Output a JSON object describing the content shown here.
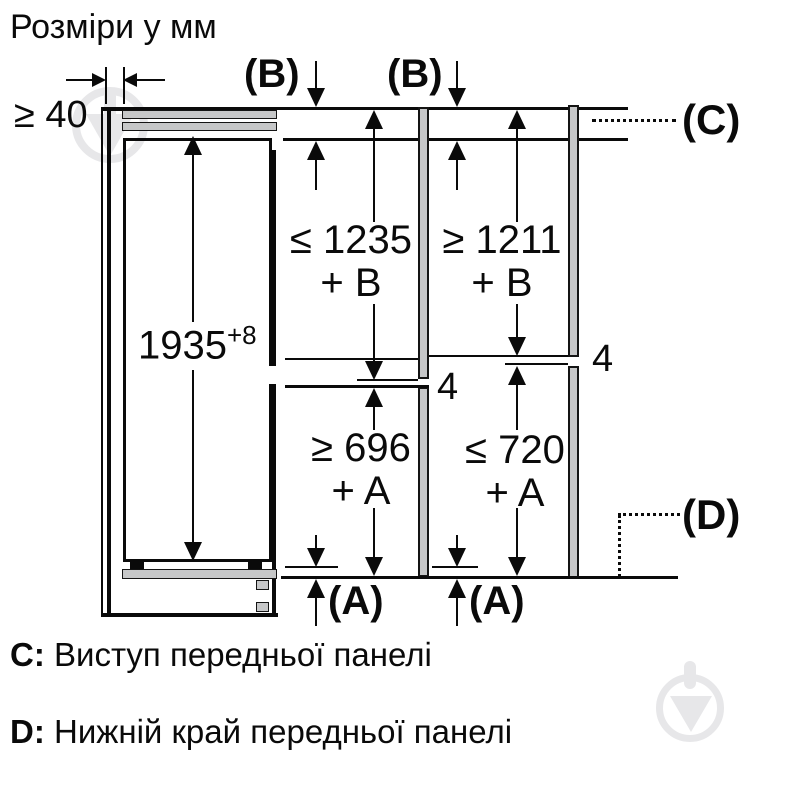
{
  "title": "Розміри у мм",
  "dimensions": {
    "top_gap": "≥ 40",
    "appliance_height": "1935",
    "appliance_height_tolerance": "+8",
    "upper_niche_left": {
      "value": "≤ 1235",
      "suffix": "+ B"
    },
    "upper_niche_right": {
      "value": "≥ 1211",
      "suffix": "+ B"
    },
    "lower_niche_left": {
      "value": "≥ 696",
      "suffix": "+ A"
    },
    "lower_niche_right": {
      "value": "≤ 720",
      "suffix": "+ A"
    },
    "door_gap_left": "4",
    "door_gap_right": "4"
  },
  "references": {
    "b_left": "(B)",
    "b_right": "(B)",
    "c": "(C)",
    "d": "(D)",
    "a_left": "(A)",
    "a_right": "(A)"
  },
  "legend": {
    "c_key": "C:",
    "c_text": "Виступ передньої панелі",
    "d_key": "D:",
    "d_text": "Нижній край передньої панелі"
  },
  "colors": {
    "ink": "#0a0a0a",
    "panel_gray": "#c6c7c8",
    "watermark_gray": "#e7e7e9"
  }
}
